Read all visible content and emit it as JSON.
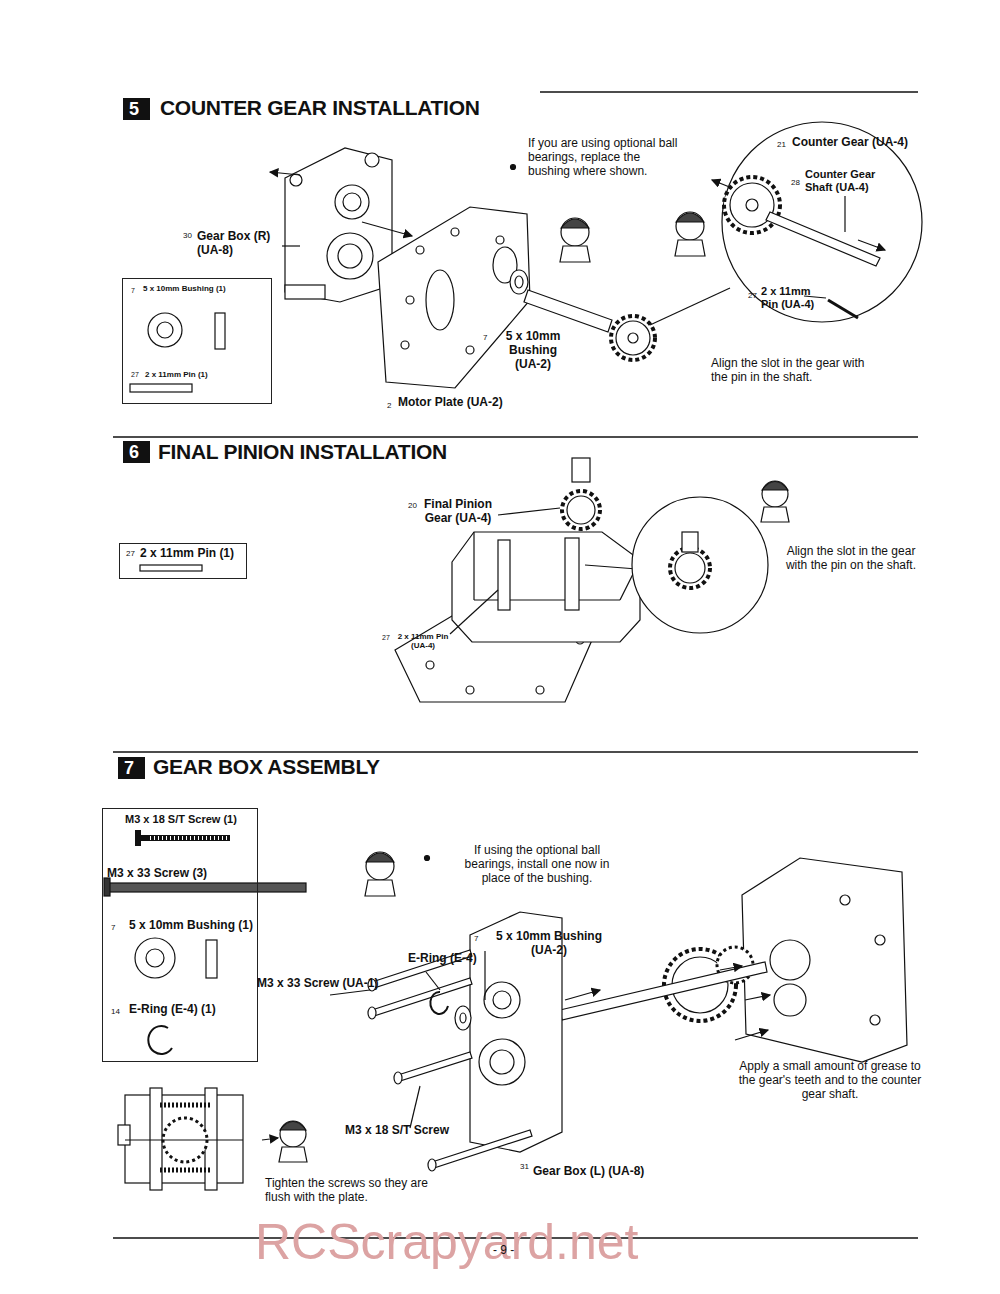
{
  "diagram": {
    "nodes": [
      {
        "text": [
          "5"
        ]
      },
      {
        "text": [
          "7",
          "5 x 10mm Bushing (1)",
          "27",
          "2 x 11mm Pin (1)"
        ]
      },
      {
        "text": [
          "6"
        ]
      },
      {
        "text": [
          "27",
          "2 x 11mm Pin (1)"
        ]
      },
      {
        "text": [
          "7"
        ]
      },
      {
        "text": [
          "M3 x 18 S/T Screw (1)",
          "M3 x 33 Screw (3)",
          "7",
          "5 x 10mm Bushing (1)",
          "14",
          "E-Ring (E-4) (1)"
        ]
      }
    ],
    "labels": [
      "COUNTER GEAR INSTALLATION",
      "FINAL PINION INSTALLATION",
      "GEAR BOX ASSEMBLY",
      "If you are using optional ball bearings, replace the bushing where shown.",
      "21",
      "Counter Gear (UA-4)",
      "28",
      "Counter Gear Shaft (UA-4)",
      "30",
      "Gear Box (R) (UA-8)",
      "27",
      "2 x 11mm Pin (UA-4)",
      "7",
      "5 x 10mm Bushing (UA-2)",
      "Align the slot in the gear with the pin in the shaft.",
      "2",
      "Motor Plate (UA-2)",
      "20",
      "Final Pinion Gear (UA-4)",
      "27",
      "2 x 11mm Pin (UA-4)",
      "Align the slot in the gear with the pin on the shaft.",
      "If using the optional ball bearings, install one now in place of the bushing.",
      "7",
      "5 x 10mm Bushing (UA-2)",
      "E-Ring (E-4)",
      "M3 x 33 Screw (UA-1)",
      "Apply a small amount of grease to the gear's teeth and to the counter gear shaft.",
      "M3 x 18 S/T Screw",
      "31",
      "Gear Box (L) (UA-8)",
      "Tighten the screws so they are flush with the plate.",
      "- 9 -",
      "RCScrapyard.net"
    ]
  }
}
